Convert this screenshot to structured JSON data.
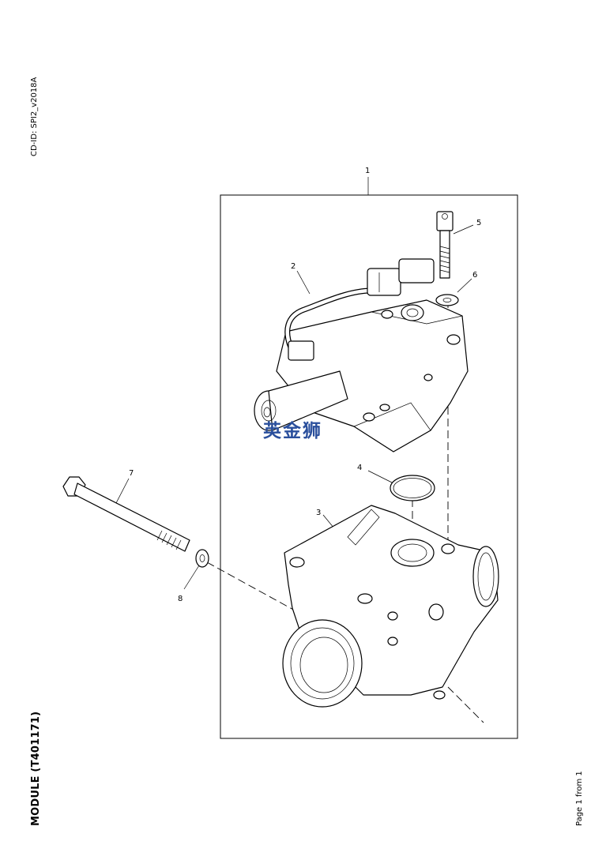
{
  "header": {
    "cd_id": "CD-ID: SPI2_v2018A"
  },
  "footer": {
    "title": "MODULE (T401171)",
    "page_info": "Page 1 from 1"
  },
  "watermark": {
    "text": "英金狮",
    "color": "#2a4f9c"
  },
  "callouts": [
    {
      "id": "1",
      "label": "1"
    },
    {
      "id": "2",
      "label": "2"
    },
    {
      "id": "3",
      "label": "3"
    },
    {
      "id": "4",
      "label": "4"
    },
    {
      "id": "5",
      "label": "5"
    },
    {
      "id": "6",
      "label": "6"
    },
    {
      "id": "7",
      "label": "7"
    },
    {
      "id": "8",
      "label": "8"
    }
  ]
}
